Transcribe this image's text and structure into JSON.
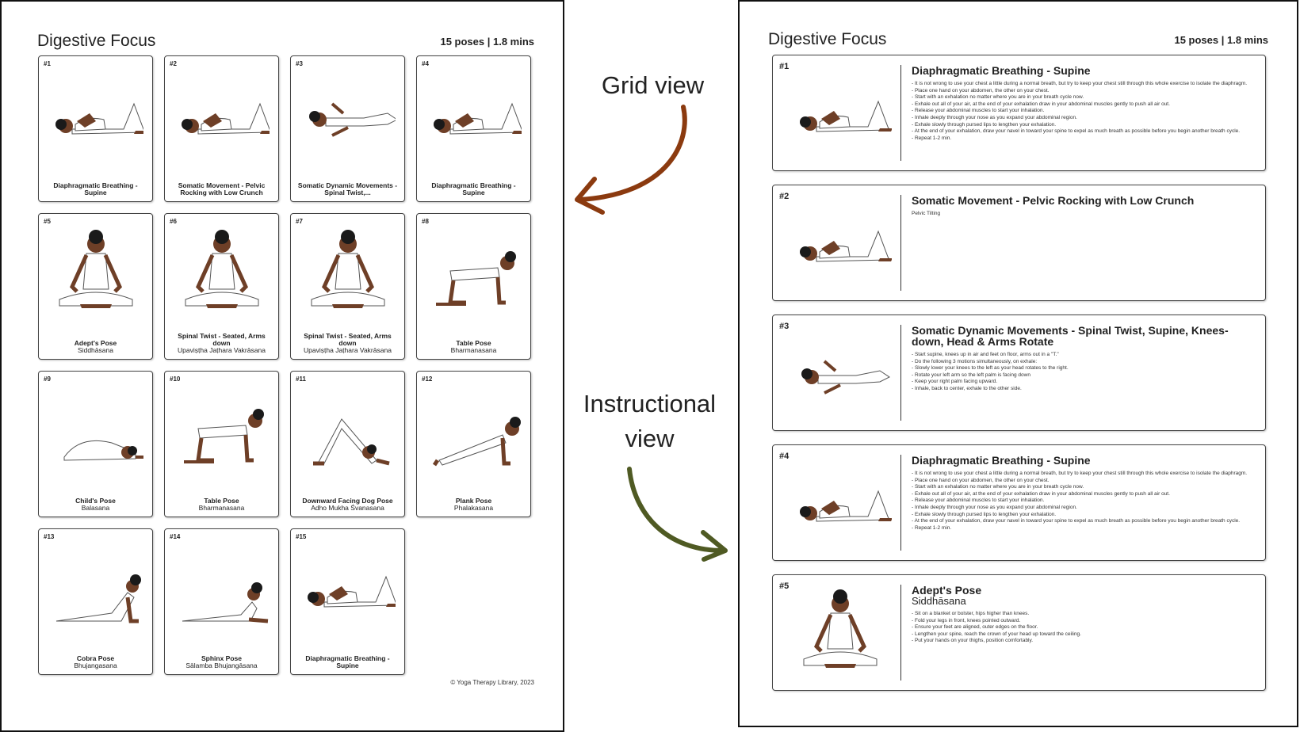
{
  "title": "Digestive Focus",
  "summary": "15 poses | 1.8 mins",
  "copyright": "© Yoga Therapy Library, 2023",
  "labels": {
    "grid": "Grid view",
    "instructional": "Instructional view"
  },
  "colors": {
    "grid_arrow": "#8B3A0F",
    "instr_arrow": "#4F5A23",
    "skin": "#6e3f27",
    "hair": "#1a1a1a"
  },
  "grid_cards": [
    {
      "num": "#1",
      "name": "Diaphragmatic Breathing - Supine",
      "sub": "",
      "pose": "supine-knees"
    },
    {
      "num": "#2",
      "name": "Somatic Movement - Pelvic Rocking with Low Crunch",
      "sub": "",
      "pose": "supine-knees"
    },
    {
      "num": "#3",
      "name": "Somatic Dynamic Movements - Spinal Twist,...",
      "sub": "",
      "pose": "supine-twist"
    },
    {
      "num": "#4",
      "name": "Diaphragmatic Breathing - Supine",
      "sub": "",
      "pose": "supine-knees"
    },
    {
      "num": "#5",
      "name": "Adept's Pose",
      "sub": "Siddhāsana",
      "pose": "seated"
    },
    {
      "num": "#6",
      "name": "Spinal Twist - Seated, Arms down",
      "sub": "Upaviṣṭha Jaṭhara Vakrāsana",
      "pose": "seated"
    },
    {
      "num": "#7",
      "name": "Spinal Twist - Seated, Arms down",
      "sub": "Upaviṣṭha Jaṭhara Vakrāsana",
      "pose": "seated"
    },
    {
      "num": "#8",
      "name": "Table Pose",
      "sub": "Bharmanasana",
      "pose": "table"
    },
    {
      "num": "#9",
      "name": "Child's Pose",
      "sub": "Balasana",
      "pose": "child"
    },
    {
      "num": "#10",
      "name": "Table Pose",
      "sub": "Bharmanasana",
      "pose": "table"
    },
    {
      "num": "#11",
      "name": "Downward Facing Dog Pose",
      "sub": "Adho Mukha Śvanasana",
      "pose": "dog"
    },
    {
      "num": "#12",
      "name": "Plank Pose",
      "sub": "Phalakasana",
      "pose": "plank"
    },
    {
      "num": "#13",
      "name": "Cobra Pose",
      "sub": "Bhujangasana",
      "pose": "cobra"
    },
    {
      "num": "#14",
      "name": "Sphinx Pose",
      "sub": "Sālamba Bhujangāsana",
      "pose": "sphinx"
    },
    {
      "num": "#15",
      "name": "Diaphragmatic Breathing - Supine",
      "sub": "",
      "pose": "supine-knees"
    }
  ],
  "instr_rows": [
    {
      "num": "#1",
      "title": "Diaphragmatic Breathing - Supine",
      "subtitle": "",
      "pose": "supine-knees",
      "steps": [
        "- It is not wrong to use your chest a little during a normal breath, but try to keep your chest still through this whole exercise to isolate the diaphragm.",
        "- Place one hand on your abdomen, the other on your chest.",
        "- Start with an exhalation no matter where you are in your breath cycle now.",
        "- Exhale out all of your air, at the end of your exhalation draw in your abdominal muscles gently to push all air out.",
        "- Release your abdominal muscles to start your inhalation.",
        "- Inhale deeply through your nose as you expand your abdominal region.",
        "- Exhale slowly through pursed lips to lengthen your exhalation.",
        "- At the end of your exhalation, draw your navel in toward your spine to expel as much breath as possible before you begin another breath cycle.",
        "- Repeat 1-2 min."
      ]
    },
    {
      "num": "#2",
      "title": "Somatic Movement - Pelvic Rocking with Low Crunch",
      "subtitle": "",
      "pose": "supine-knees",
      "steps": [
        "Pelvic Tilting"
      ]
    },
    {
      "num": "#3",
      "title": "Somatic Dynamic Movements - Spinal Twist, Supine, Knees-down, Head & Arms Rotate",
      "subtitle": "",
      "pose": "supine-twist",
      "steps": [
        "- Start supine, knees up in air and feet on floor, arms out in a \"T.\"",
        "- Do the following 3 motions simultaneously, on exhale:",
        "- Slowly lower your knees to the left as your head rotates to the right.",
        "- Rotate your left arm so the left palm is facing down",
        "- Keep your right palm facing upward.",
        "- Inhale, back to center, exhale to the other side."
      ]
    },
    {
      "num": "#4",
      "title": "Diaphragmatic Breathing - Supine",
      "subtitle": "",
      "pose": "supine-knees",
      "steps": [
        "- It is not wrong to use your chest a little during a normal breath, but try to keep your chest still through this whole exercise to isolate the diaphragm.",
        "- Place one hand on your abdomen, the other on your chest.",
        "- Start with an exhalation no matter where you are in your breath cycle now.",
        "- Exhale out all of your air, at the end of your exhalation draw in your abdominal muscles gently to push all air out.",
        "- Release your abdominal muscles to start your inhalation.",
        "- Inhale deeply through your nose as you expand your abdominal region.",
        "- Exhale slowly through pursed lips to lengthen your exhalation.",
        "- At the end of your exhalation, draw your navel in toward your spine to expel as much breath as possible before you begin another breath cycle.",
        "- Repeat 1-2 min."
      ]
    },
    {
      "num": "#5",
      "title": "Adept's Pose",
      "subtitle": "Siddhāsana",
      "pose": "seated",
      "steps": [
        "- Sit on a blanket or bolster, hips higher than knees.",
        "- Fold your legs in front, knees pointed outward.",
        "- Ensure your feet are aligned, outer edges on the floor.",
        "- Lengthen your spine, reach the crown of your head up toward the ceiling.",
        "- Put your hands on your thighs, position comfortably."
      ]
    }
  ]
}
